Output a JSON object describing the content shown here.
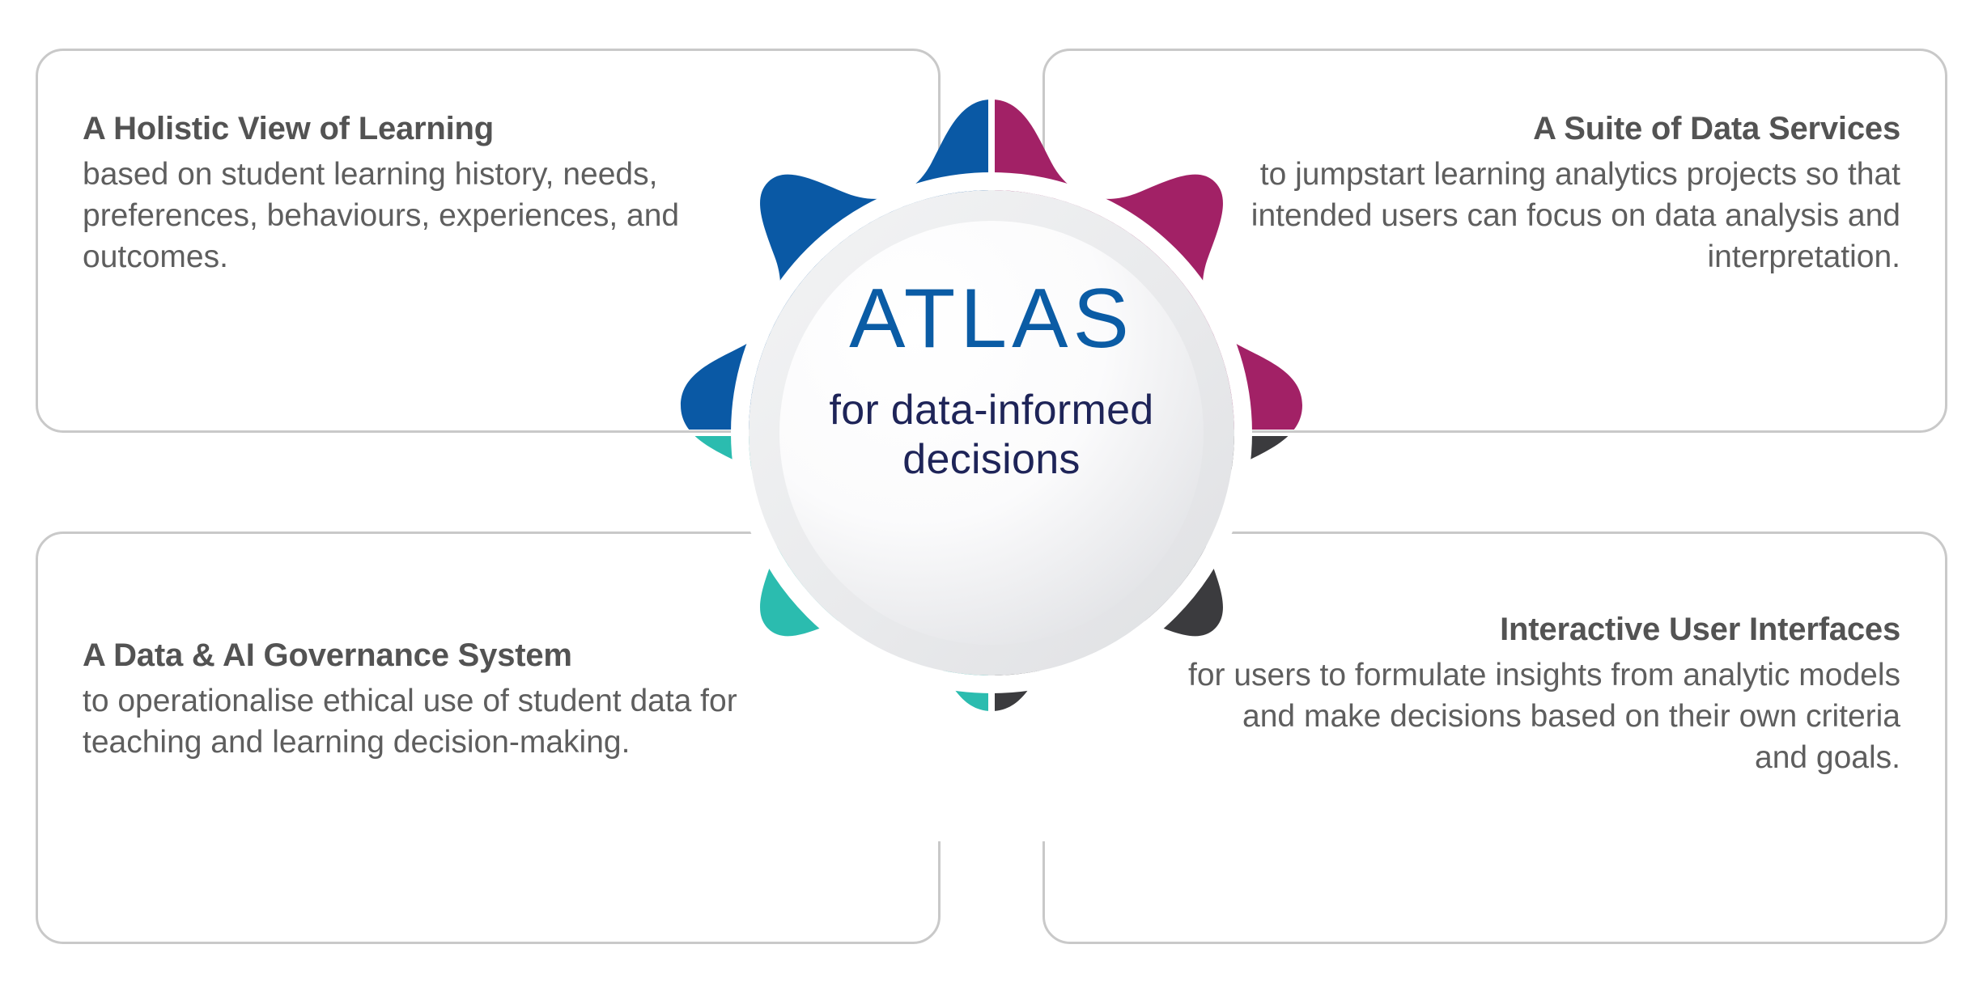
{
  "center": {
    "brand": "ATLAS",
    "tagline_line1": "for data-informed",
    "tagline_line2": "decisions",
    "brand_color": "#0b5ca5",
    "tagline_color": "#1e2458",
    "inner_disc_color": "#e9eaec",
    "inner_disc_highlight": "#fdfdfe"
  },
  "wheel": {
    "segments": [
      {
        "id": "top-left",
        "position": "top-left",
        "color": "#0a59a5",
        "pairs_with_card": "holistic-view-of-learning"
      },
      {
        "id": "top-right",
        "position": "top-right",
        "color": "#a22166",
        "pairs_with_card": "suite-of-data-services"
      },
      {
        "id": "bottom-left",
        "position": "bottom-left",
        "color": "#2bbcaf",
        "pairs_with_card": "data-ai-governance-system"
      },
      {
        "id": "bottom-right",
        "position": "bottom-right",
        "color": "#3b3b3e",
        "pairs_with_card": "interactive-user-interfaces"
      }
    ]
  },
  "cards": {
    "top_left": {
      "id": "holistic-view-of-learning",
      "title": "A Holistic View of Learning",
      "body": "based on student learning history, needs, preferences, behaviours, experiences, and outcomes.",
      "align": "left"
    },
    "top_right": {
      "id": "suite-of-data-services",
      "title": "A Suite of Data Services",
      "body": "to jumpstart learning analytics projects so that intended users can focus on data analysis and interpretation.",
      "align": "right"
    },
    "bottom_left": {
      "id": "data-ai-governance-system",
      "title": "A Data & AI Governance System",
      "body": "to operationalise ethical use of student data for teaching and learning decision-making.",
      "align": "left"
    },
    "bottom_right": {
      "id": "interactive-user-interfaces",
      "title": "Interactive User Interfaces",
      "body": "for users to formulate insights from analytic models and make decisions based on their own criteria and goals.",
      "align": "right"
    }
  },
  "theme": {
    "card_border_color": "#c9c9c9",
    "title_color": "#535353",
    "body_color": "#5e5e5e",
    "background": "#ffffff"
  }
}
